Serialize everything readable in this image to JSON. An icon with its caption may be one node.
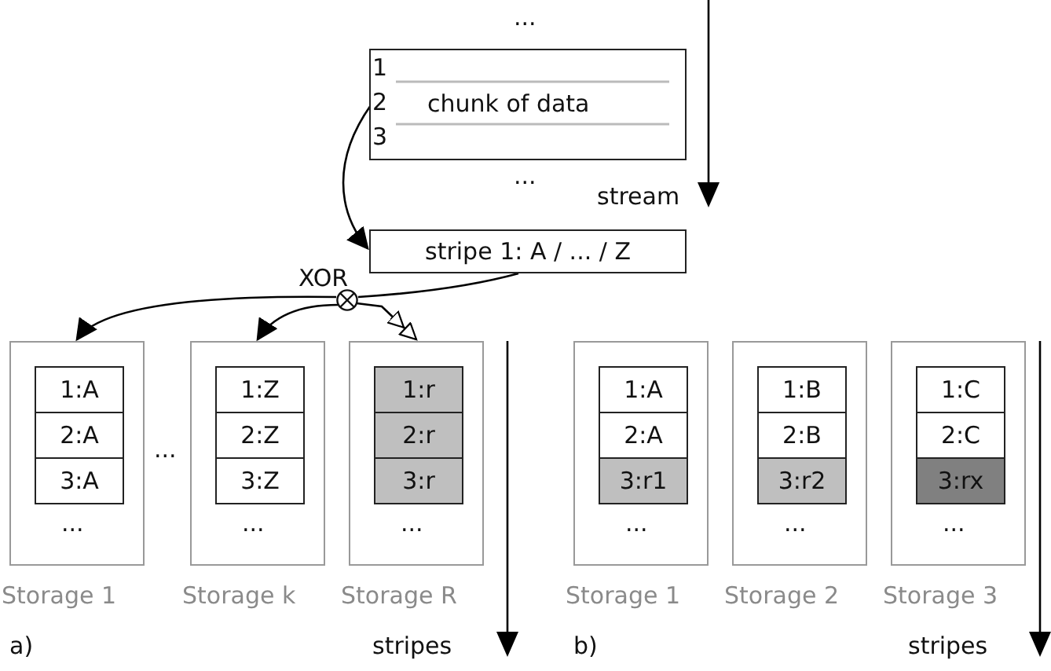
{
  "diagram": {
    "nodes": [
      {
        "text": [
          "1",
          "2",
          "3",
          "chunk of data"
        ]
      },
      {
        "text": [
          "stripe 1: A / ... / Z"
        ]
      },
      {
        "text": [],
        "shape": "circle",
        "beside": [
          "XOR"
        ]
      },
      {
        "text": [
          "...",
          "Storage 1"
        ]
      },
      {
        "text": [
          "1:A"
        ],
        "in": 3
      },
      {
        "text": [
          "2:A"
        ],
        "in": 3
      },
      {
        "text": [
          "3:A"
        ],
        "in": 3
      },
      {
        "text": [
          "...",
          "Storage k"
        ]
      },
      {
        "text": [
          "1:Z"
        ],
        "in": 7
      },
      {
        "text": [
          "2:Z"
        ],
        "in": 7
      },
      {
        "text": [
          "3:Z"
        ],
        "in": 7
      },
      {
        "text": [
          "...",
          "Storage R"
        ]
      },
      {
        "text": [
          "1:r"
        ],
        "in": 11
      },
      {
        "text": [
          "2:r"
        ],
        "in": 11
      },
      {
        "text": [
          "3:r"
        ],
        "in": 11
      },
      {
        "text": [
          "...",
          "Storage 1"
        ]
      },
      {
        "text": [
          "1:A"
        ],
        "in": 15
      },
      {
        "text": [
          "2:A"
        ],
        "in": 15
      },
      {
        "text": [
          "3:r1"
        ],
        "in": 15
      },
      {
        "text": [
          "...",
          "Storage 2"
        ]
      },
      {
        "text": [
          "1:B"
        ],
        "in": 19
      },
      {
        "text": [
          "2:B"
        ],
        "in": 19
      },
      {
        "text": [
          "3:r2"
        ],
        "in": 19
      },
      {
        "text": [
          "...",
          "Storage 3"
        ]
      },
      {
        "text": [
          "1:C"
        ],
        "in": 23
      },
      {
        "text": [
          "2:C"
        ],
        "in": 23
      },
      {
        "text": [
          "3:rx"
        ],
        "in": 23
      }
    ],
    "edges": [
      {
        "from": 0,
        "to": 1,
        "arrow": "to"
      },
      {
        "from": 1,
        "to": 2,
        "arrow": "none"
      },
      {
        "from": 2,
        "to": 3,
        "arrow": "to"
      },
      {
        "from": 2,
        "to": 7,
        "arrow": "to"
      },
      {
        "from": 2,
        "to": 11,
        "arrow": "to"
      }
    ],
    "labels": [
      "...",
      "...",
      "stream",
      "...",
      "a)",
      "stripes",
      "b)",
      "stripes"
    ]
  }
}
